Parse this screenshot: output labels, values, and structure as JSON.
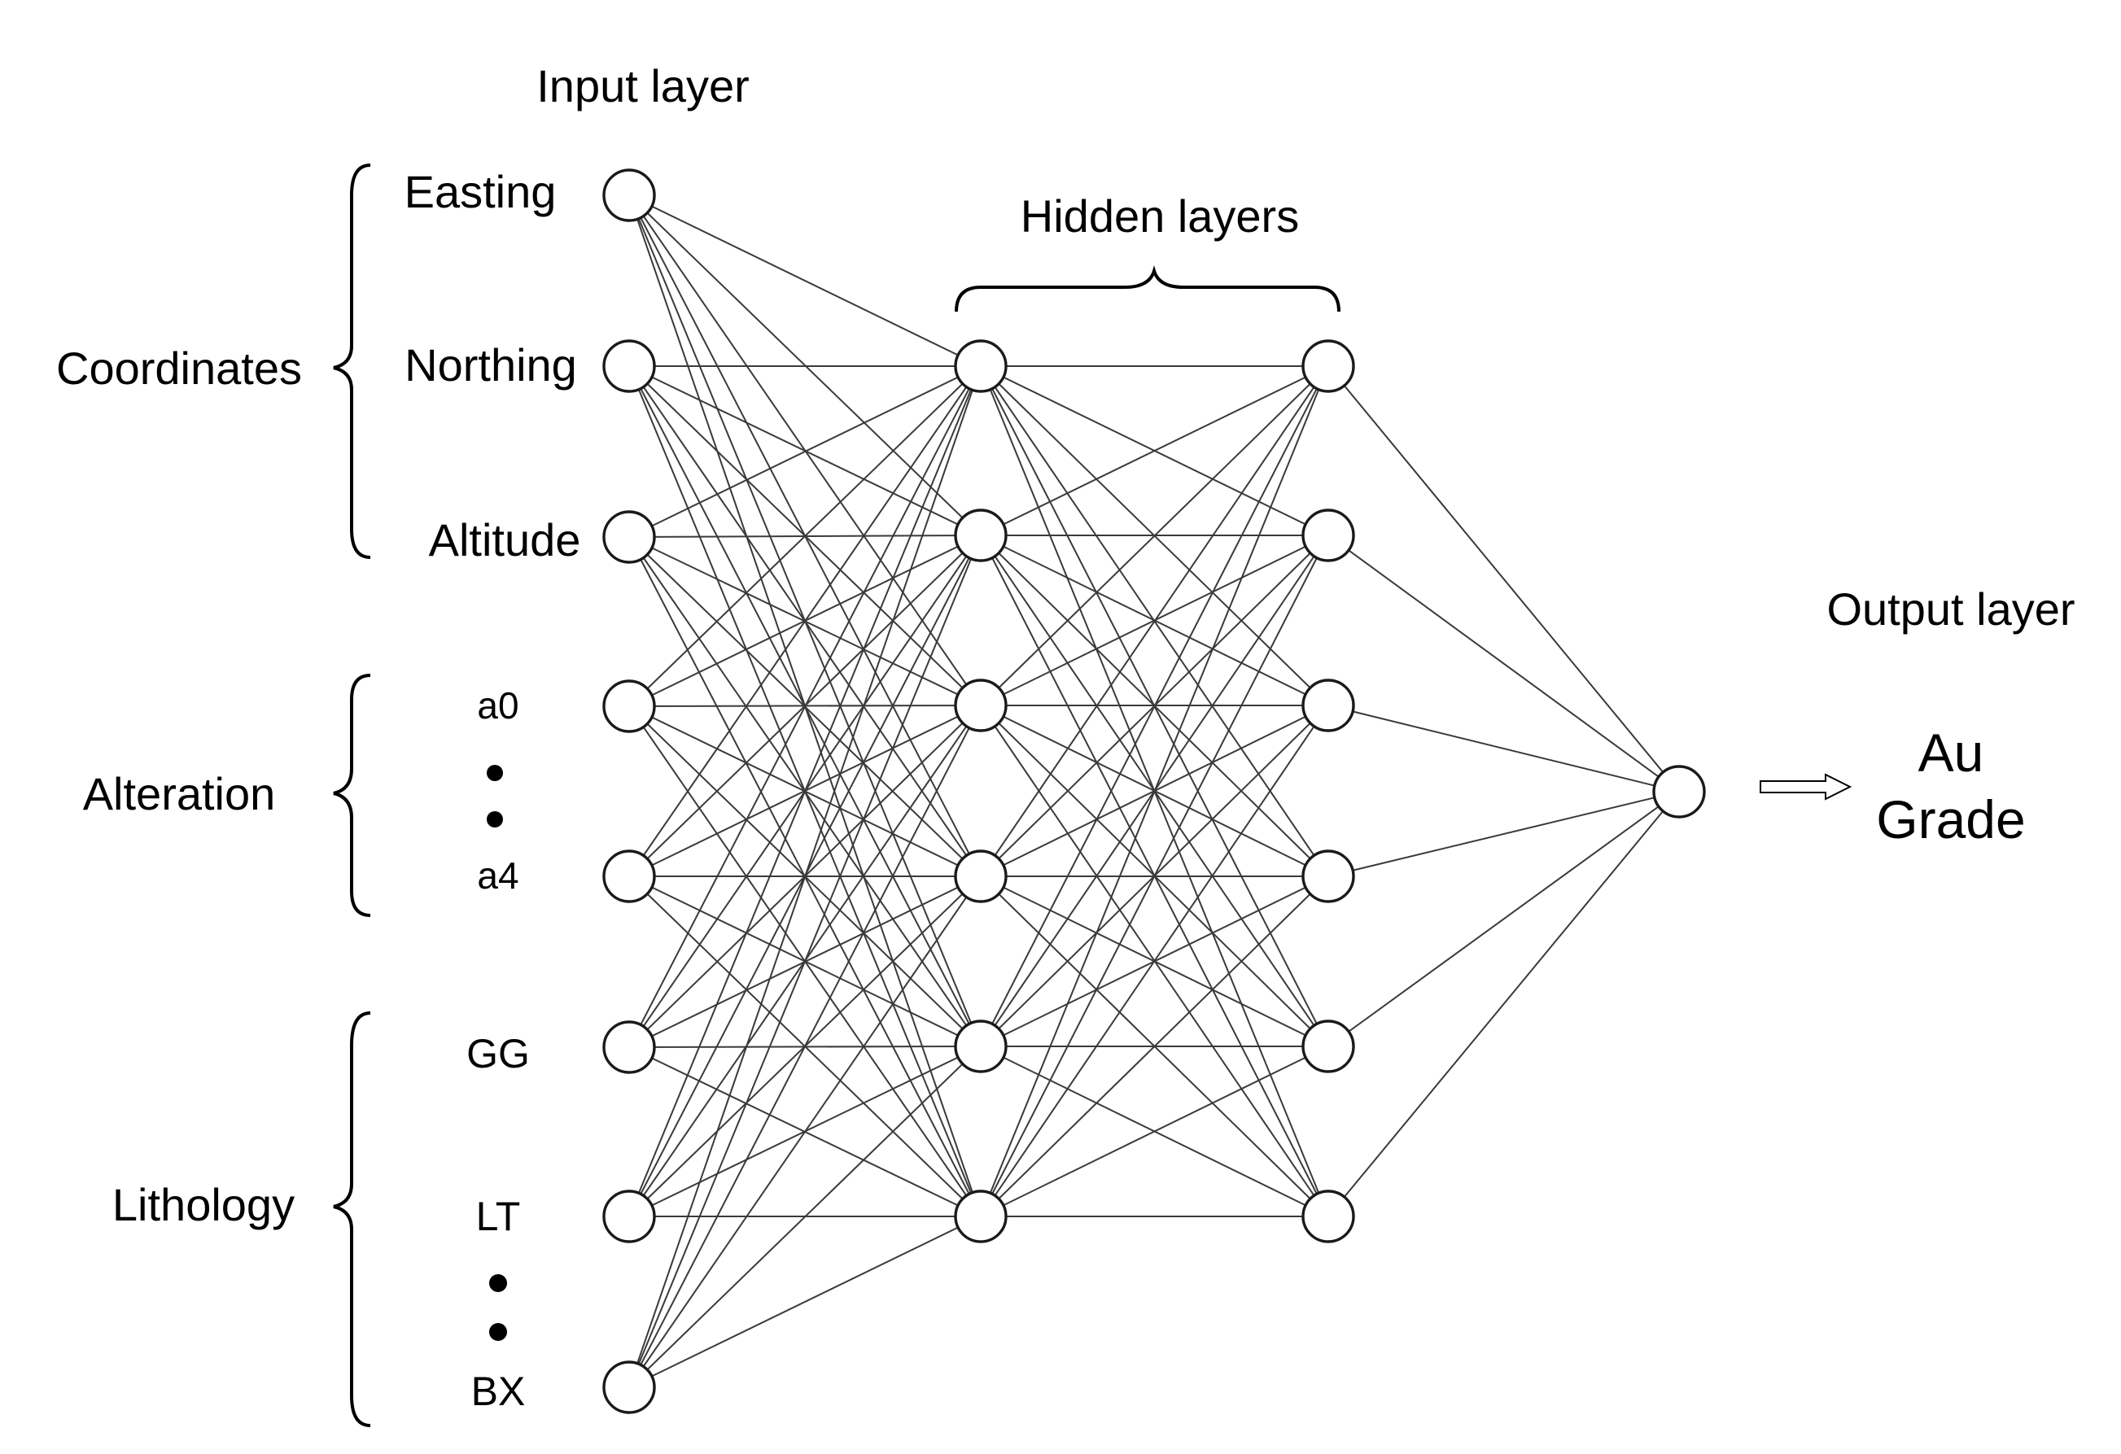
{
  "layers": {
    "input_title": "Input layer",
    "hidden_title": "Hidden layers",
    "output_title": "Output layer"
  },
  "input_nodes": [
    "Easting",
    "Northing",
    "Altitude",
    "a0",
    "a4",
    "GG",
    "LT",
    "BX"
  ],
  "groups": {
    "coordinates": "Coordinates",
    "alteration": "Alteration",
    "lithology": "Lithology"
  },
  "output": {
    "line1": "Au",
    "line2": "Grade"
  },
  "structure": {
    "input_count": 8,
    "hidden1_count": 6,
    "hidden2_count": 6,
    "output_count": 1
  }
}
